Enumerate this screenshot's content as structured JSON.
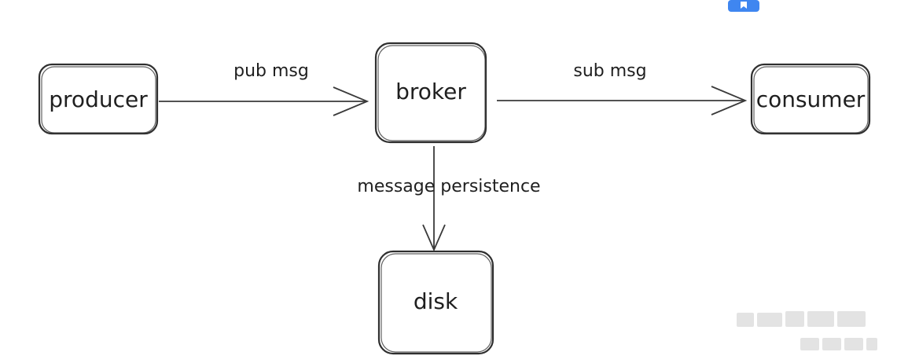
{
  "diagram": {
    "nodes": {
      "producer": {
        "label": "producer"
      },
      "broker": {
        "label": "broker"
      },
      "consumer": {
        "label": "consumer"
      },
      "disk": {
        "label": "disk"
      }
    },
    "edges": {
      "producer_to_broker": {
        "label": "pub msg"
      },
      "broker_to_consumer": {
        "label": "sub msg"
      },
      "broker_to_disk": {
        "label": "message persistence"
      }
    }
  },
  "colors": {
    "stroke": "#2f2f2f",
    "badge": "#3f86f0",
    "watermark": "#d9d9d9"
  },
  "icons": {
    "top_badge": "corner-badge-icon"
  }
}
